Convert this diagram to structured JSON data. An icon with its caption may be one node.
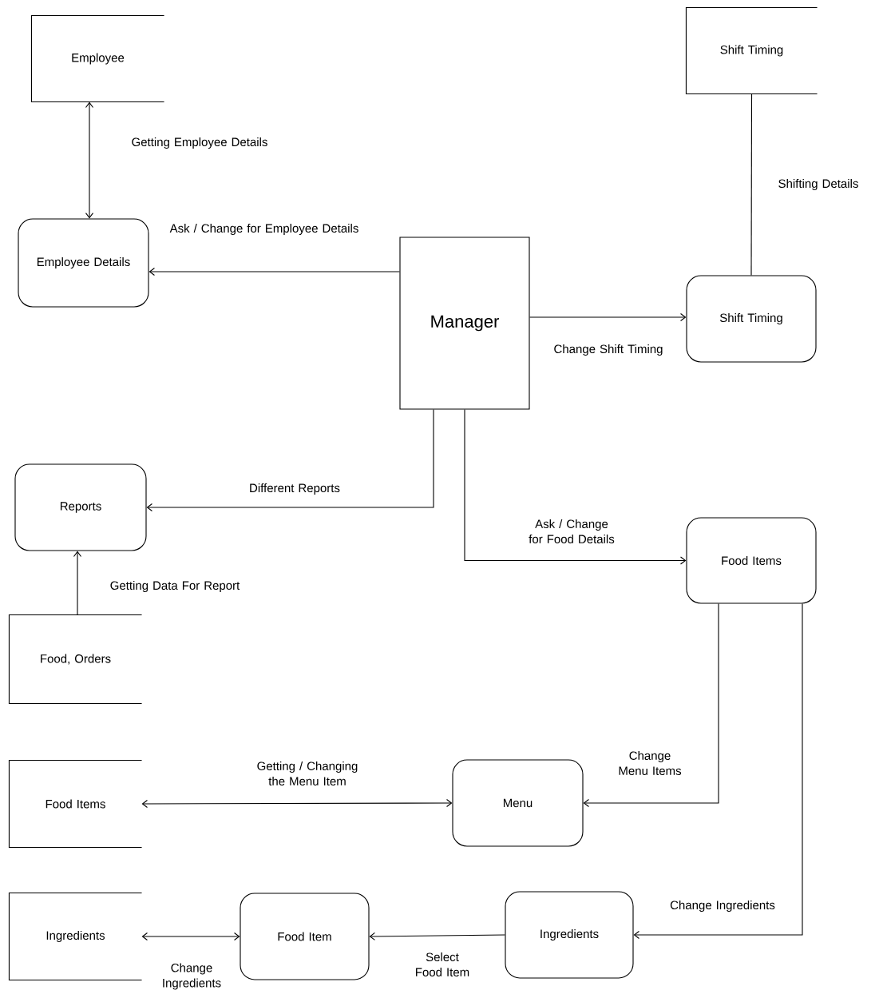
{
  "diagram": {
    "nodes": [
      {
        "text": [
          "Employee"
        ]
      },
      {
        "text": [
          "Employee Details"
        ]
      },
      {
        "text": [
          "Manager"
        ]
      },
      {
        "text": [
          "Shift Timing"
        ]
      },
      {
        "text": [
          "Shift Timing"
        ]
      },
      {
        "text": [
          "Reports"
        ]
      },
      {
        "text": [
          "Food, Orders"
        ]
      },
      {
        "text": [
          "Food Items"
        ]
      },
      {
        "text": [
          "Food Items"
        ]
      },
      {
        "text": [
          "Menu"
        ]
      },
      {
        "text": [
          "Ingredients"
        ]
      },
      {
        "text": [
          "Food Item"
        ]
      },
      {
        "text": [
          "Ingredients"
        ]
      }
    ],
    "edges": [
      {
        "from": 0,
        "to": 1,
        "arrow": "both",
        "label": "Getting Employee Details"
      },
      {
        "from": 2,
        "to": 1,
        "arrow": "to",
        "label": "Ask / Change for Employee Details"
      },
      {
        "from": 2,
        "to": 4,
        "arrow": "to",
        "label": "Change Shift Timing"
      },
      {
        "from": 3,
        "to": 4,
        "arrow": "none",
        "label": "Shifting Details"
      },
      {
        "from": 2,
        "to": 5,
        "arrow": "to",
        "label": "Different Reports"
      },
      {
        "from": 2,
        "to": 7,
        "arrow": "to",
        "label": "Ask / Change for Food Details"
      },
      {
        "from": 6,
        "to": 5,
        "arrow": "to",
        "label": "Getting Data For Report"
      },
      {
        "from": 7,
        "to": 9,
        "arrow": "to",
        "label": "Change Menu Items"
      },
      {
        "from": 8,
        "to": 9,
        "arrow": "both",
        "label": "Getting / Changing the Menu Item"
      },
      {
        "from": 7,
        "to": 12,
        "arrow": "to",
        "label": "Change Ingredients"
      },
      {
        "from": 12,
        "to": 11,
        "arrow": "to",
        "label": "Select Food Item"
      },
      {
        "from": 10,
        "to": 11,
        "arrow": "both",
        "label": "Change Ingredients"
      }
    ]
  }
}
